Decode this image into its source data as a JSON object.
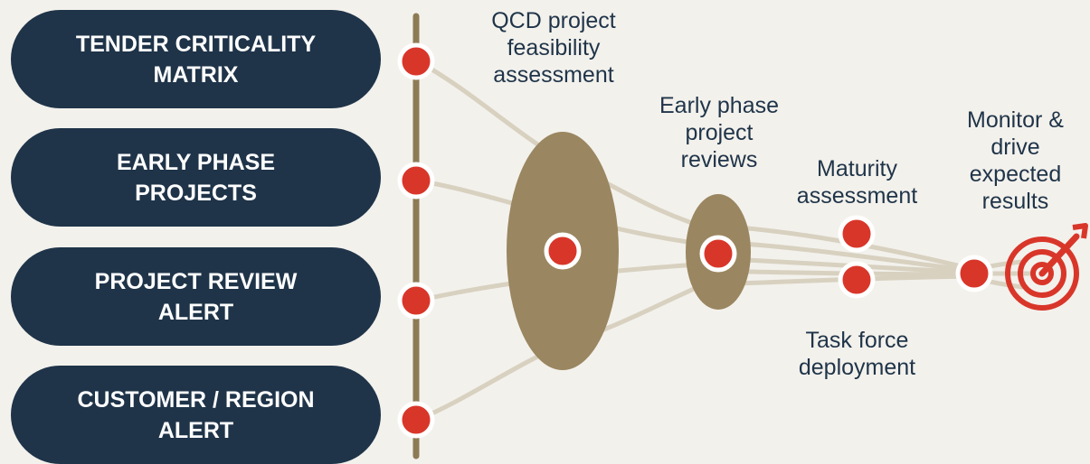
{
  "sources": [
    {
      "line1": "TENDER CRITICALITY",
      "line2": "MATRIX"
    },
    {
      "line1": "EARLY PHASE",
      "line2": "PROJECTS"
    },
    {
      "line1": "PROJECT REVIEW",
      "line2": "ALERT"
    },
    {
      "line1": "CUSTOMER / REGION",
      "line2": "ALERT"
    }
  ],
  "stages": {
    "qcd": [
      "QCD project",
      "feasibility",
      "assessment"
    ],
    "early_phase_reviews": [
      "Early phase",
      "project",
      "reviews"
    ],
    "maturity": [
      "Maturity",
      "assessment"
    ],
    "task_force": [
      "Task force",
      "deployment"
    ],
    "monitor": [
      "Monitor &",
      "drive",
      "expected",
      "results"
    ]
  },
  "icons": {
    "target": "target-icon"
  },
  "colors": {
    "background": "#f3f1ec",
    "pill": "#1f3449",
    "pill_text": "#ffffff",
    "label_text": "#1f3449",
    "axis": "#8c7b55",
    "funnel": "#9a8660",
    "flow_lines": "#d8d1c0",
    "dot": "#d9362a",
    "dot_ring": "#ffffff",
    "target": "#d9362a"
  }
}
